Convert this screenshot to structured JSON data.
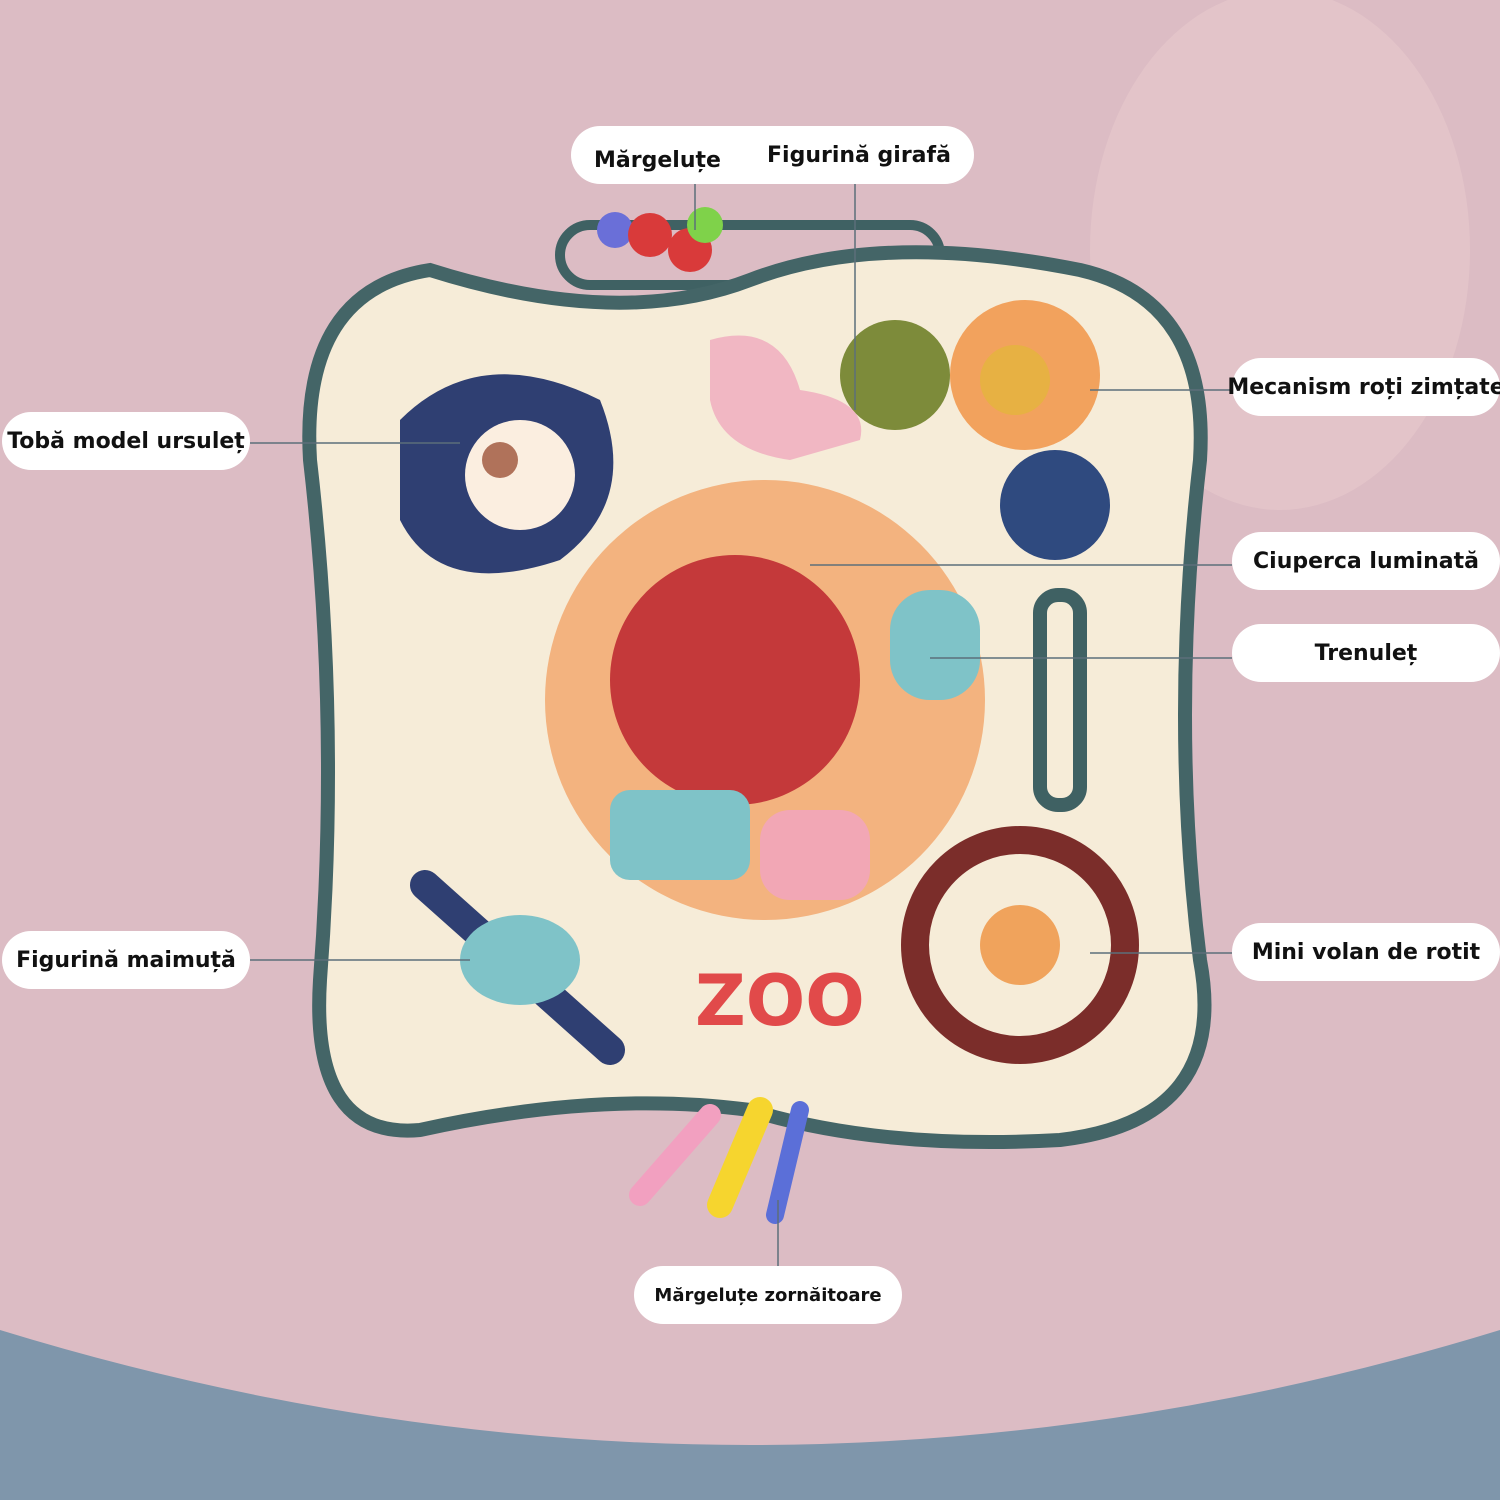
{
  "labels": {
    "beads_top": "Mărgeluțe",
    "giraffe": "Figurină girafă",
    "gears": "Mecanism roți zimțate",
    "bear_drum": "Tobă model ursuleț",
    "mushroom": "Ciuperca luminată",
    "train": "Trenuleț",
    "monkey": "Figurină maimuță",
    "wheel": "Mini volan de rotit",
    "rattle_beads": "Mărgeluțe zornăitoare"
  },
  "logo_text": "ZOO",
  "colors": {
    "background": "#dcbcc4",
    "toy_body": "#f6ecd8",
    "base": "#7f96ab",
    "leader": "#5c6f7a"
  }
}
